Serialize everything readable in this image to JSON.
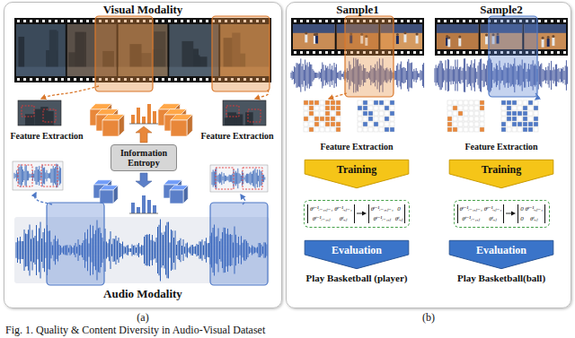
{
  "diagram": {
    "caption": "Fig. 1. Quality & Content Diversity in Audio-Visual Dataset",
    "nodes": [
      {
        "text": [
          "Visual Modality",
          "Audio Modality"
        ]
      },
      {
        "text": [
          "Information Entropy"
        ],
        "in": 0
      },
      {
        "text": [
          "Sample1",
          "Sample2"
        ]
      },
      {
        "text": [
          "Training"
        ],
        "in": 2
      },
      {
        "text": [
          "θᵗ⁻¹ᵢ₋₁,ⱼ₋₁",
          "θᵗ⁻¹ᵢ,ⱼ₋₁",
          "θᵗ⁻¹ᵢ₋₁,ⱼ",
          "θᵗᵢ,ⱼ",
          "θᵗ⁻¹ᵢ₋₁,ⱼ₋₁",
          "0",
          "θᵗ⁻¹ᵢ₋₁,ⱼ",
          "θᵗᵢ,ⱼ"
        ],
        "in": 2
      },
      {
        "text": [
          "Evaluation"
        ],
        "in": 2
      },
      {
        "text": [
          "Training"
        ],
        "in": 2
      },
      {
        "text": [
          "θᵗ⁻¹ᵢ₋₁,ⱼ₋₁",
          "θᵗ⁻¹ᵢ,ⱼ₋₁",
          "θᵗ⁻¹ᵢ₋₁,ⱼ",
          "θᵗᵢ,ⱼ",
          "0",
          "θᵗ⁻¹ᵢ,ⱼ₋₁",
          "0",
          "θᵗᵢ,ⱼ"
        ],
        "in": 2
      },
      {
        "text": [
          "Evaluation"
        ],
        "in": 2
      }
    ],
    "labels": [
      "Feature Extraction",
      "Feature Extraction",
      "(a)",
      "Feature Extraction",
      "Feature Extraction",
      "Play Basketball (player)",
      "Play Basketball(ball)",
      "(b)"
    ]
  }
}
